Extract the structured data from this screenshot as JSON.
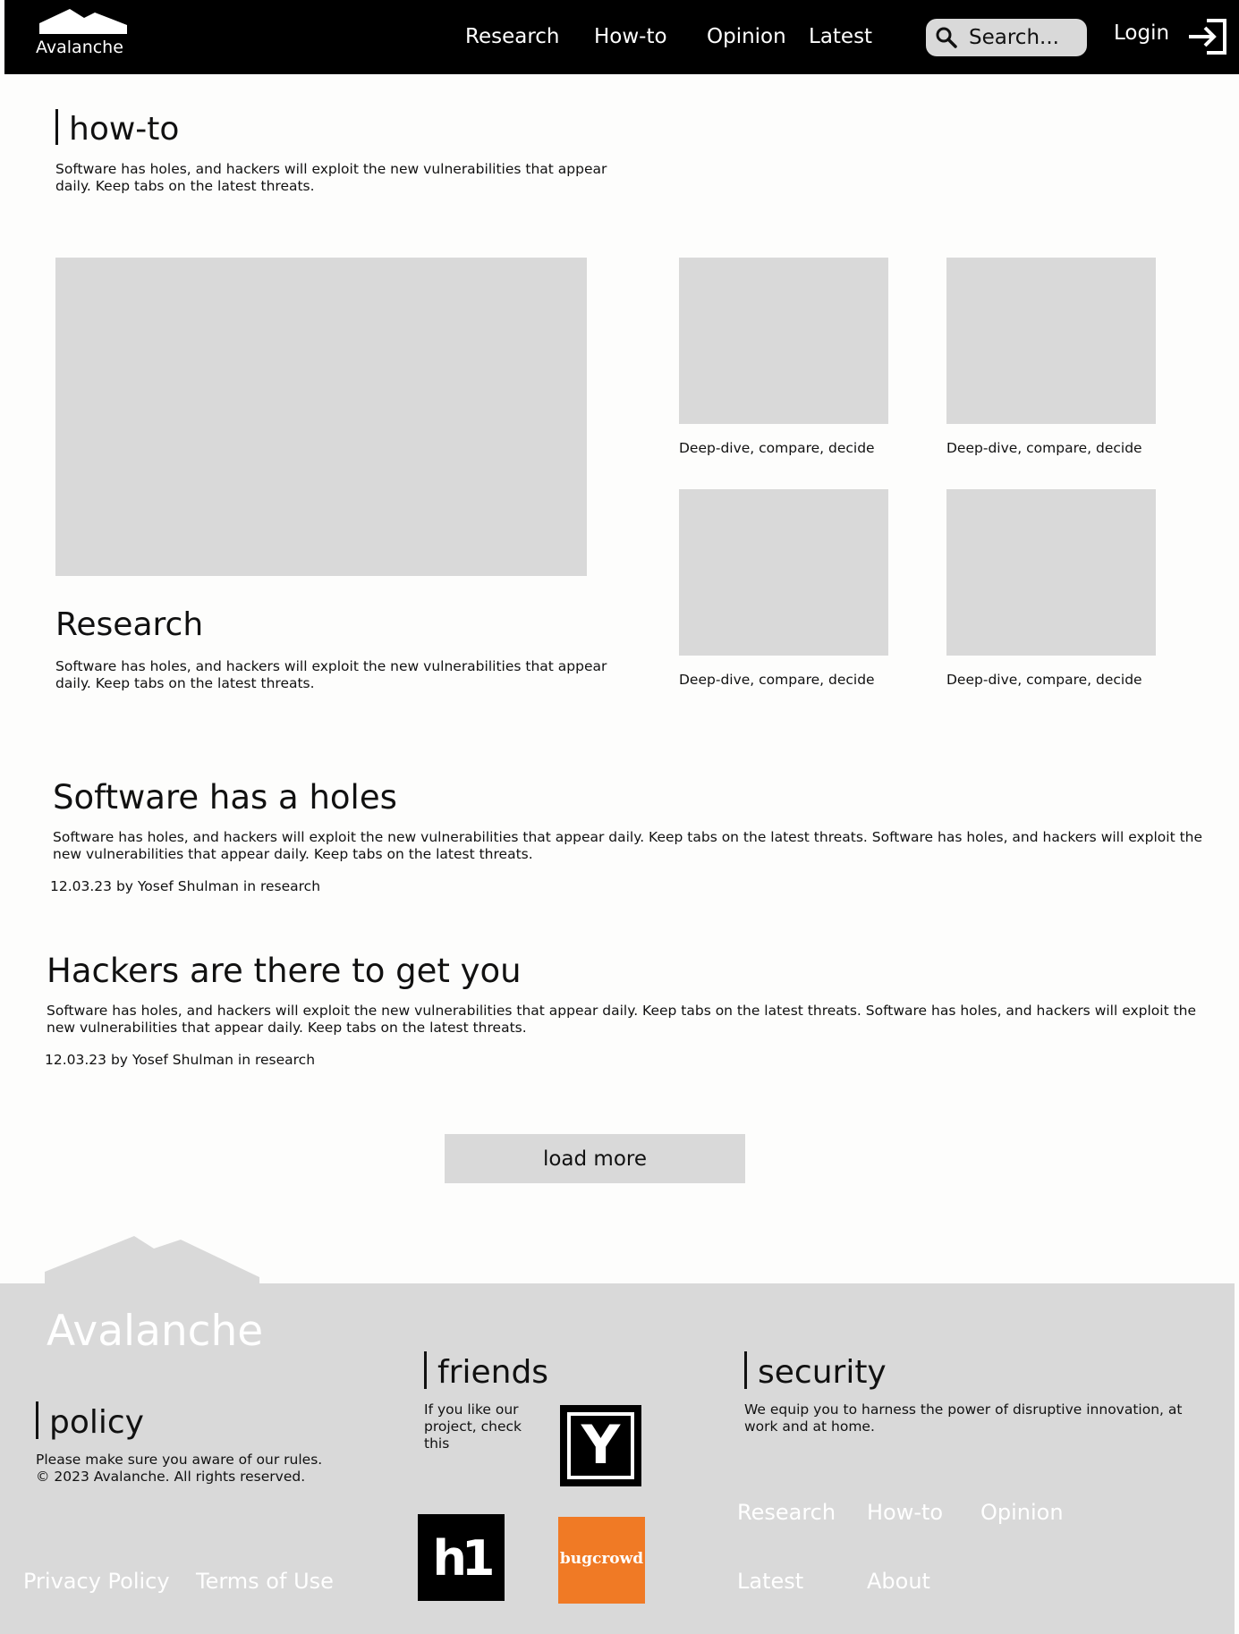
{
  "header": {
    "brand": "Avalanche",
    "nav": [
      "Research",
      "How-to",
      "Opinion",
      "Latest"
    ],
    "search_placeholder": "Search...",
    "login_label": "Login"
  },
  "section": {
    "title": "how-to",
    "description": "Software has holes, and hackers will exploit the new vulnerabilities that appear daily. Keep tabs on the latest threats."
  },
  "featured": {
    "title": "Research",
    "description": "Software has holes, and hackers will exploit the new vulnerabilities that appear daily. Keep tabs on the latest threats."
  },
  "cards": [
    {
      "caption": "Deep-dive, compare, decide"
    },
    {
      "caption": "Deep-dive, compare, decide"
    },
    {
      "caption": "Deep-dive, compare, decide"
    },
    {
      "caption": "Deep-dive, compare, decide"
    }
  ],
  "articles": [
    {
      "title": "Software has a holes",
      "body": "Software has holes, and hackers will exploit the new vulnerabilities that appear daily. Keep tabs on the latest threats. Software has holes, and hackers will exploit the new vulnerabilities that appear daily. Keep tabs on the latest threats.",
      "meta": "12.03.23 by Yosef Shulman in research"
    },
    {
      "title": "Hackers are there to get you",
      "body": "Software has holes, and hackers will exploit the new vulnerabilities that appear daily. Keep tabs on the latest threats. Software has holes, and hackers will exploit the new vulnerabilities that appear daily. Keep tabs on the latest threats.",
      "meta": "12.03.23 by Yosef Shulman in research"
    }
  ],
  "load_more_label": "load more",
  "footer": {
    "brand": "Avalanche",
    "policy": {
      "title": "policy",
      "line1": "Please make sure you aware of our rules.",
      "line2": "© 2023 Avalanche. All rights reserved."
    },
    "friends": {
      "title": "friends",
      "text": "If you like our project, check this",
      "badges": {
        "ycombinator": "Y",
        "hackerone": "h1",
        "bugcrowd": "bugcrowd"
      }
    },
    "security": {
      "title": "security",
      "text": "We equip you to harness the power of disruptive innovation, at work and at home."
    },
    "links": [
      "Research",
      "How-to",
      "Opinion",
      "Latest",
      "About"
    ],
    "legal": [
      "Privacy Policy",
      "Terms of Use"
    ]
  },
  "colors": {
    "header_bg": "#000000",
    "page_bg": "#fdfdfc",
    "placeholder": "#d9d9d9",
    "footer_bg": "#d9d9d9",
    "bugcrowd": "#f07a25"
  }
}
